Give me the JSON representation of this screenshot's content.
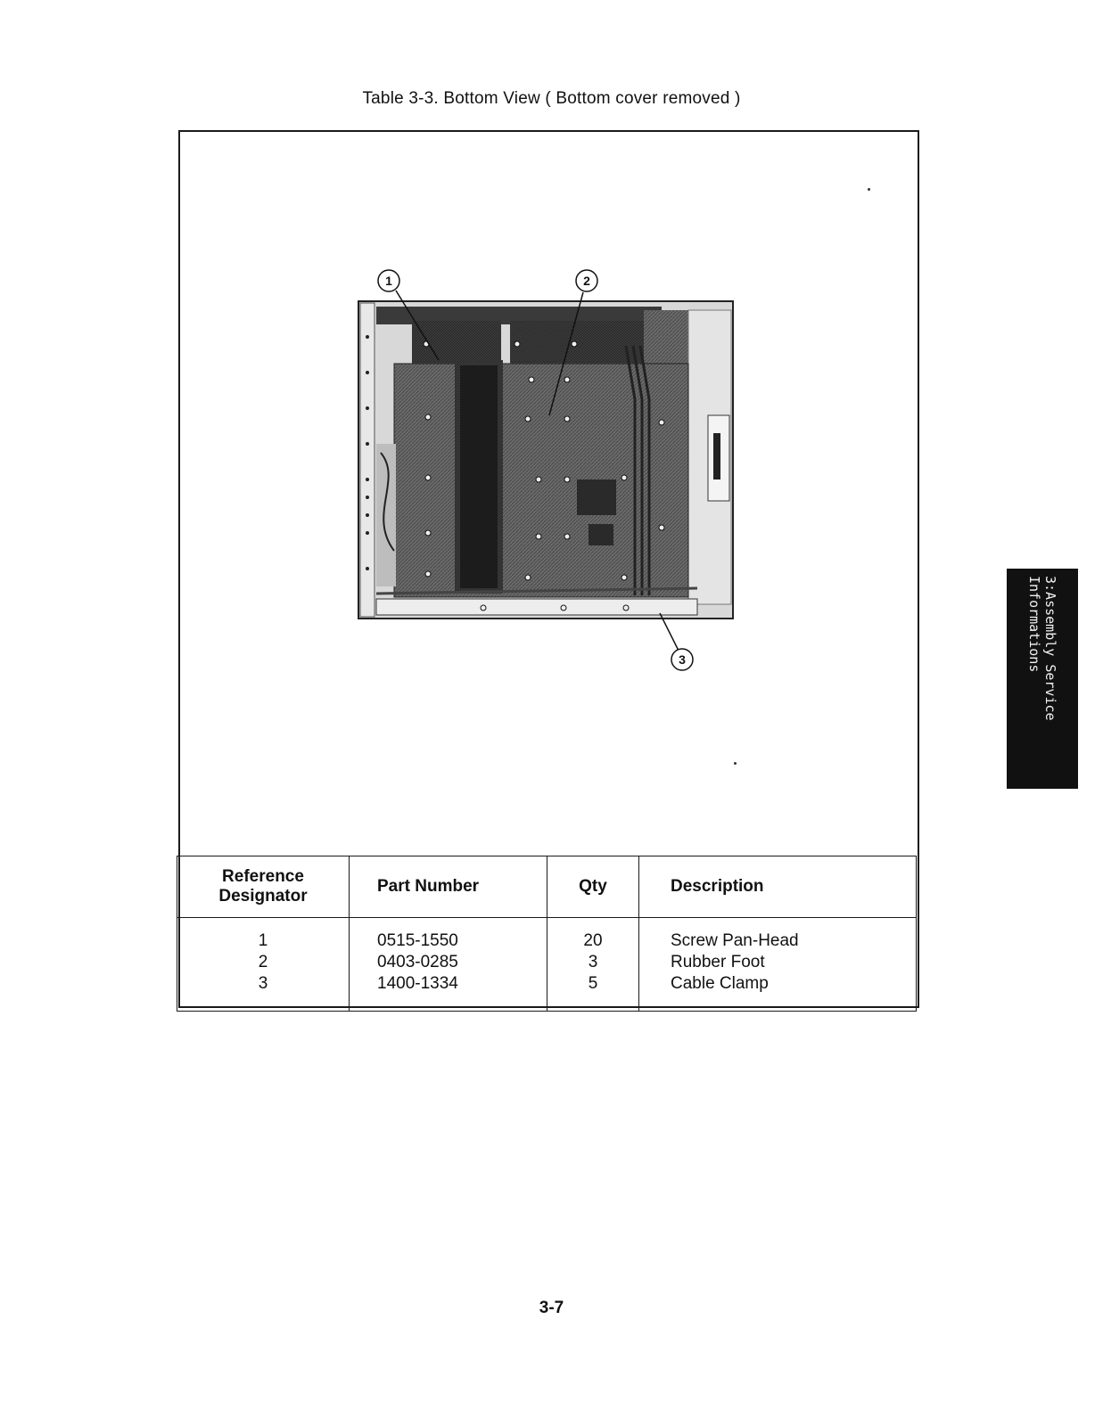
{
  "caption": "Table 3-3. Bottom View ( Bottom cover removed )",
  "callouts": [
    "1",
    "2",
    "3"
  ],
  "parts_table": {
    "headers": {
      "ref_line1": "Reference",
      "ref_line2": "Designator",
      "part": "Part Number",
      "qty": "Qty",
      "desc": "Description"
    },
    "rows": [
      {
        "ref": "1",
        "part": "0515-1550",
        "qty": "20",
        "desc": "Screw Pan-Head"
      },
      {
        "ref": "2",
        "part": "0403-0285",
        "qty": "3",
        "desc": "Rubber Foot"
      },
      {
        "ref": "3",
        "part": "1400-1334",
        "qty": "5",
        "desc": "Cable Clamp"
      }
    ]
  },
  "side_tab": {
    "line1": "3:Assembly Service",
    "line2": "Informations"
  },
  "page_number": "3-7"
}
